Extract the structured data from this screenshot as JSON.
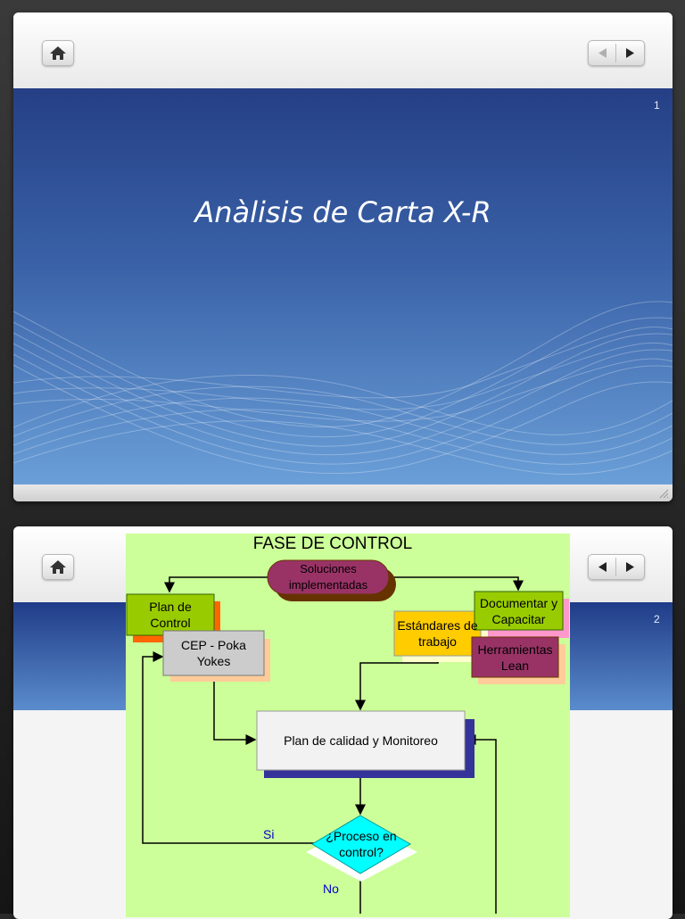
{
  "slide1": {
    "page_number": "1",
    "title": "Anàlisis de Carta X-R"
  },
  "slide2": {
    "page_number": "2",
    "diagram": {
      "title": "FASE DE CONTROL",
      "soluciones": "Soluciones implementadas",
      "plan_control": "Plan de Control",
      "cep": "CEP - Poka Yokes",
      "estandares": "Estándares de trabajo",
      "documentar": "Documentar y Capacitar",
      "herramientas": "Herramientas Lean",
      "plan_calidad": "Plan de calidad y Monitoreo",
      "decision": "¿Proceso en control?",
      "si": "Si",
      "no": "No"
    }
  },
  "colors": {
    "slide_blue_top": "#253f85",
    "diagram_bg": "#ccff99",
    "oval": "#993366",
    "plan_control": "#99cc00",
    "estandares": "#ffcc00",
    "herramientas": "#993366",
    "decision": "#00ffff"
  },
  "icons": [
    "home-icon",
    "arrow-left-icon",
    "arrow-right-icon",
    "resize-grip-icon"
  ]
}
